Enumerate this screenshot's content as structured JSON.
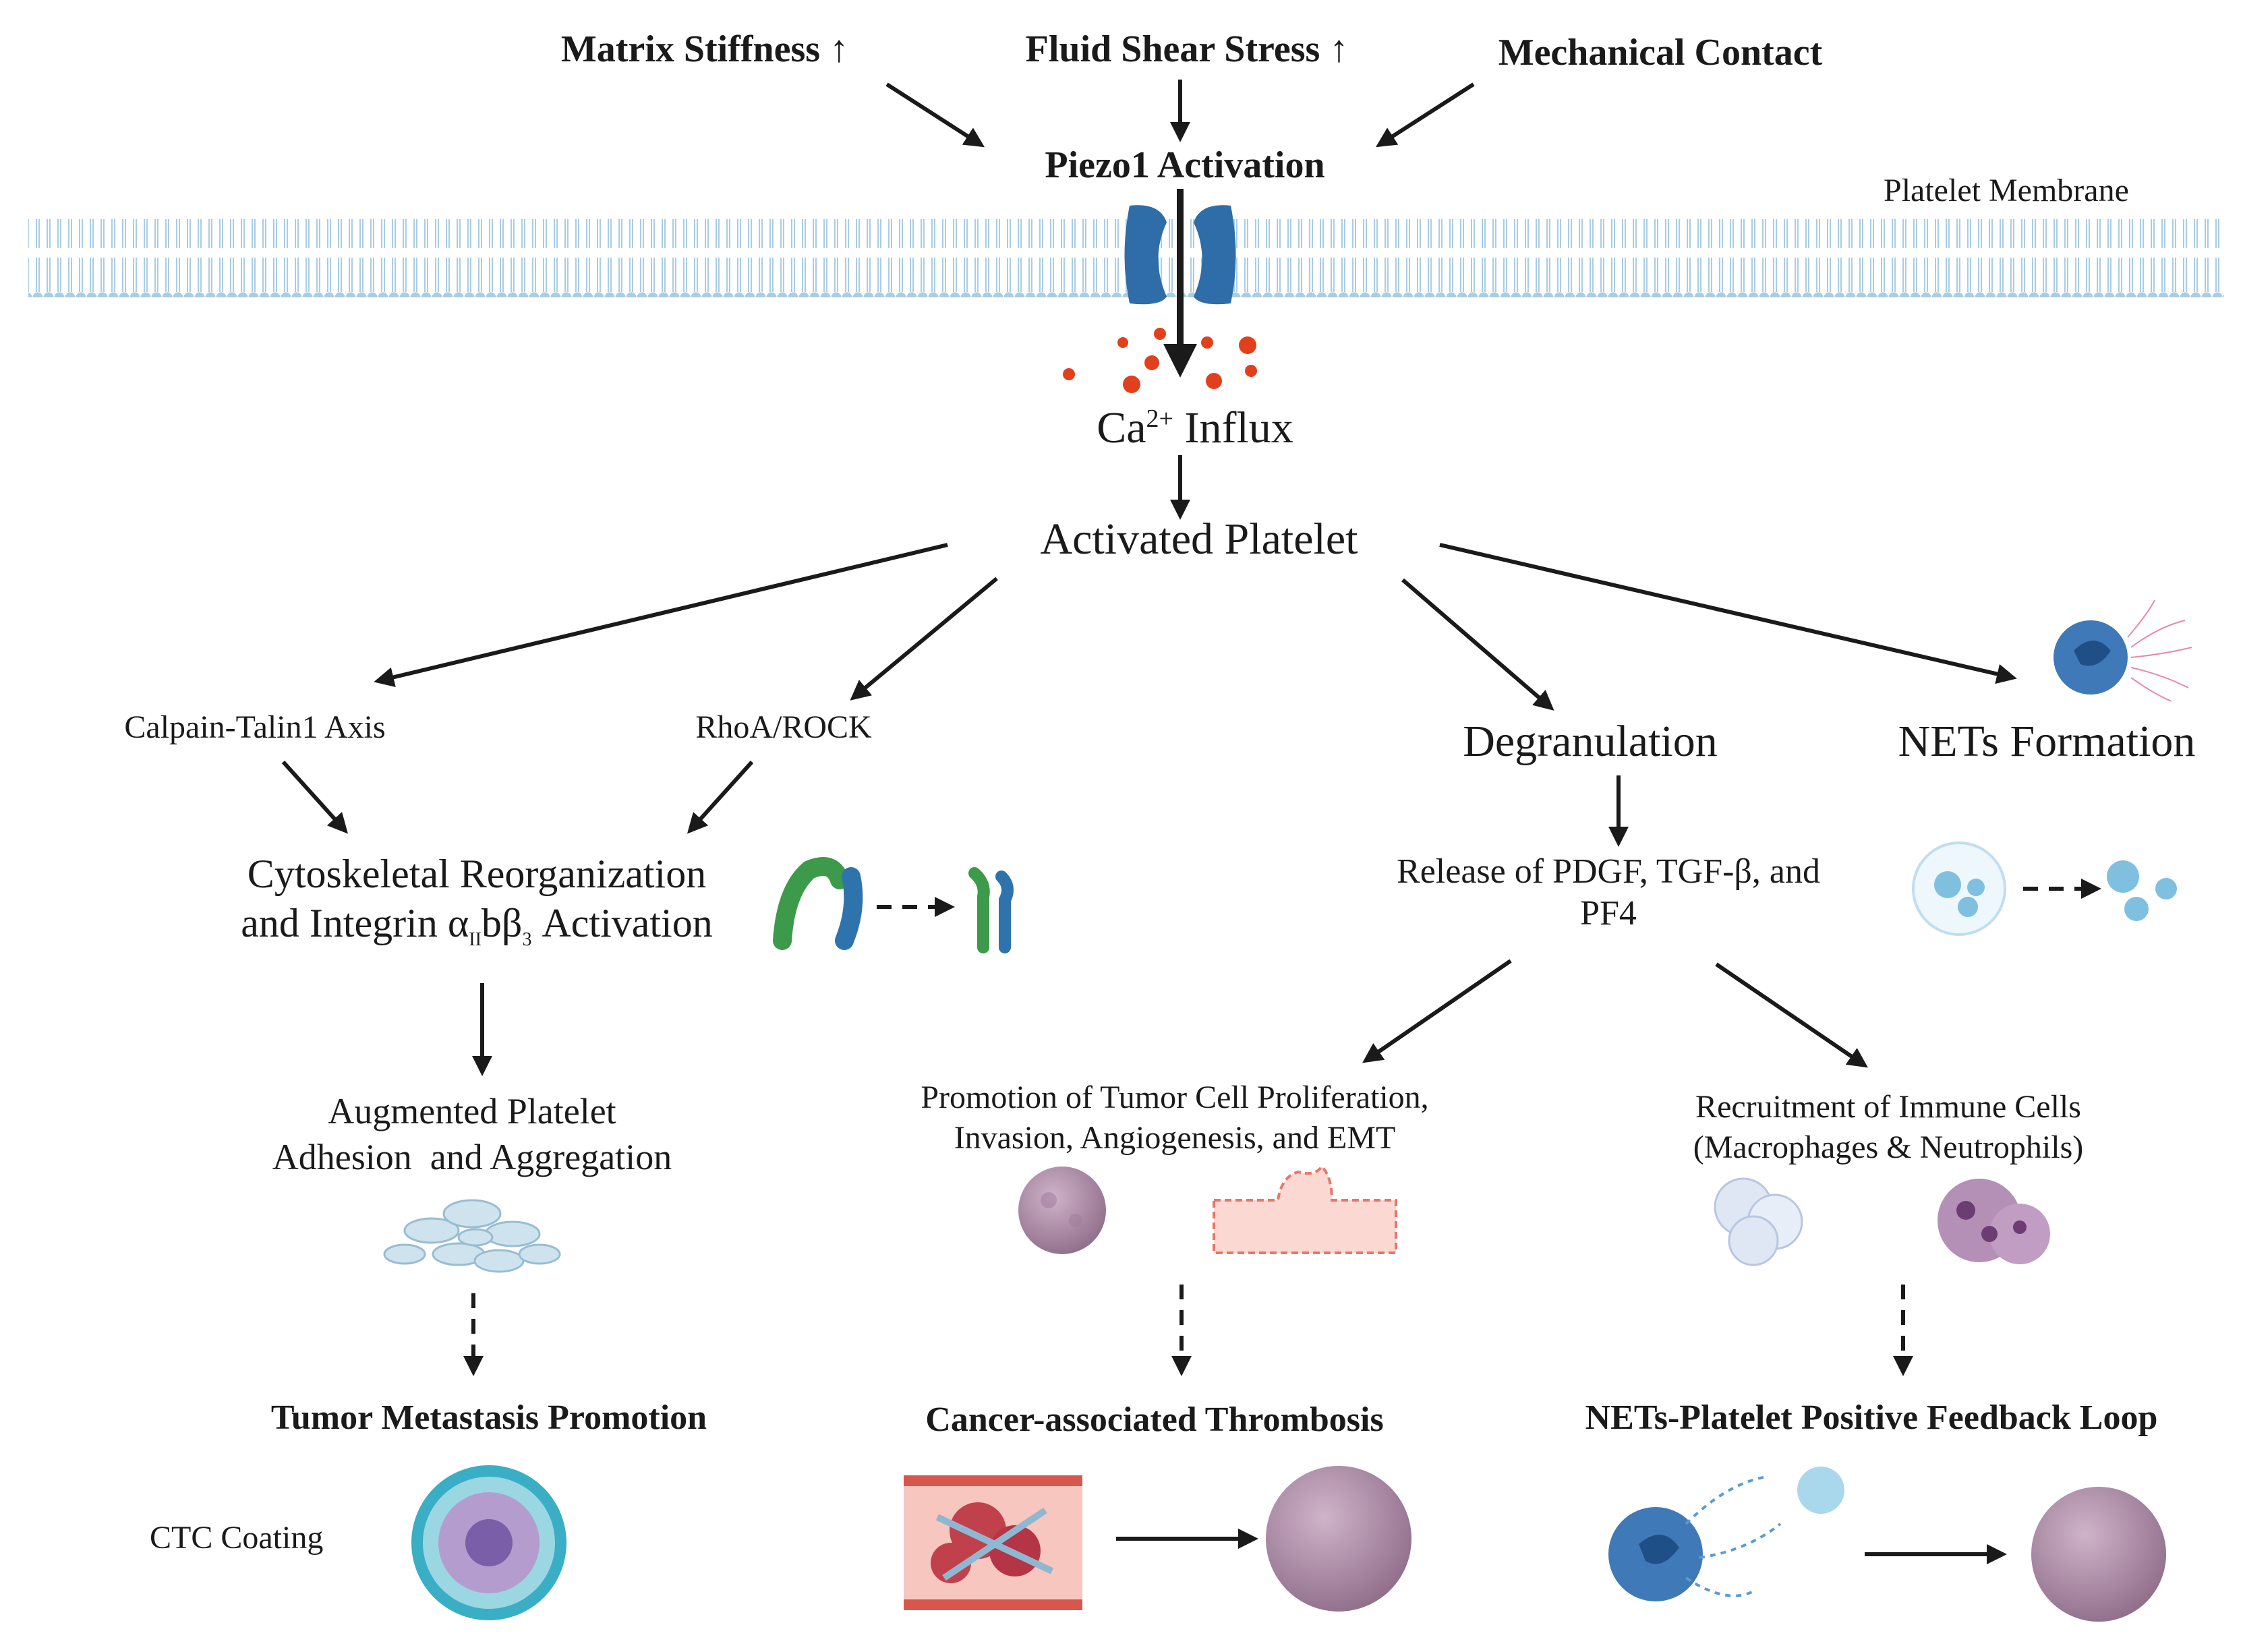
{
  "inputs": {
    "matrix_stiffness": "Matrix Stiffness ↑",
    "fluid_shear_stress": "Fluid Shear Stress ↑",
    "mechanical_contact": "Mechanical Contact"
  },
  "piezo1_activation": "Piezo1 Activation",
  "platelet_membrane": "Platelet Membrane",
  "ca_influx": {
    "prefix": "Ca",
    "superscript": "2+",
    "suffix": " Influx"
  },
  "activated_platelet": "Activated Platelet",
  "branches": {
    "calpain_talin": "Calpain-Talin1 Axis",
    "rhoa_rock": "RhoA/ROCK",
    "degranulation": "Degranulation",
    "nets_formation": "NETs Formation"
  },
  "cytoskeletal": {
    "line1": "Cytoskeletal Reorganization",
    "line2_prefix": "and Integrin α",
    "line2_sub": "II",
    "line2_mid": "bβ",
    "line2_sub2": "3",
    "line2_suffix": " Activation"
  },
  "release": {
    "line1": "Release of PDGF, TGF-β, and",
    "line2": "PF4"
  },
  "augmented": {
    "line1": "Augmented Platelet",
    "line2": "Adhesion  and Aggregation"
  },
  "promotion": {
    "line1": "Promotion of Tumor Cell Proliferation,",
    "line2": "Invasion, Angiogenesis, and EMT"
  },
  "recruitment": {
    "line1": "Recruitment of Immune Cells",
    "line2": "(Macrophages & Neutrophils)"
  },
  "outcomes": {
    "metastasis": "Tumor Metastasis Promotion",
    "thrombosis": "Cancer-associated Thrombosis",
    "feedback": "NETs-Platelet Positive Feedback Loop"
  },
  "ctc_coating": "CTC Coating",
  "colors": {
    "membrane": "#a9cde3",
    "channel": "#2e6da8",
    "calcium": "#e2401d",
    "arrow": "#1a1a1a",
    "tumor": "#b08aa8",
    "ctc": "#3aaec4",
    "integrin_green": "#3c9a4a",
    "integrin_blue": "#2f73ad",
    "neutrophil": "#3f79b8"
  }
}
